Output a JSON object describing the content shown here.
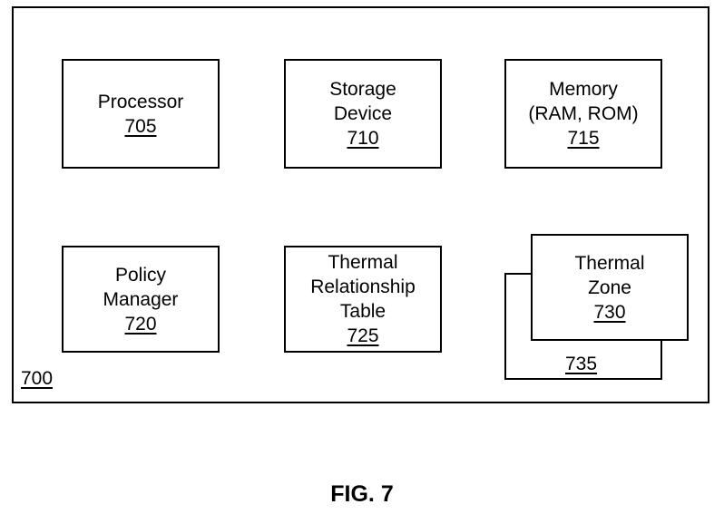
{
  "diagram": {
    "outer_ref": "700",
    "boxes": {
      "processor": {
        "lines": [
          "Processor"
        ],
        "ref": "705"
      },
      "storage": {
        "lines": [
          "Storage",
          "Device"
        ],
        "ref": "710"
      },
      "memory": {
        "lines": [
          "Memory",
          "(RAM, ROM)"
        ],
        "ref": "715"
      },
      "policy": {
        "lines": [
          "Policy",
          "Manager"
        ],
        "ref": "720"
      },
      "table": {
        "lines": [
          "Thermal",
          "Relationship",
          "Table"
        ],
        "ref": "725"
      },
      "zone": {
        "lines": [
          "Thermal",
          "Zone"
        ],
        "ref": "730"
      }
    },
    "stacked_ref": "735"
  },
  "figure_label": "FIG. 7"
}
